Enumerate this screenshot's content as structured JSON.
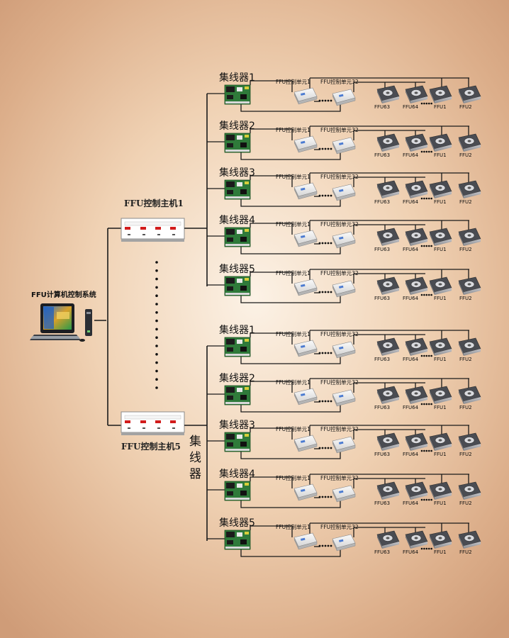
{
  "system": {
    "label": "FFU计算机控制系统",
    "icon": "computer-workstation-icon"
  },
  "hosts": [
    {
      "label": "FFU控制主机1"
    },
    {
      "label": "FFU控制主机5"
    }
  ],
  "hub_vertical_label": [
    "集",
    "线",
    "器"
  ],
  "groups": [
    {
      "hubs": [
        {
          "label": "集线器1",
          "unit_a": "FFU控制单元1",
          "unit_b": "FFU控制单元32",
          "fans": [
            "FFU63",
            "FFU64",
            "FFU1",
            "FFU2"
          ]
        },
        {
          "label": "集线器2",
          "unit_a": "FFU控制单元1",
          "unit_b": "FFU控制单元32",
          "fans": [
            "FFU63",
            "FFU64",
            "FFU1",
            "FFU2"
          ]
        },
        {
          "label": "集线器3",
          "unit_a": "FFU控制单元1",
          "unit_b": "FFU控制单元32",
          "fans": [
            "FFU63",
            "FFU64",
            "FFU1",
            "FFU2"
          ]
        },
        {
          "label": "集线器4",
          "unit_a": "FFU控制单元1",
          "unit_b": "FFU控制单元32",
          "fans": [
            "FFU63",
            "FFU64",
            "FFU1",
            "FFU2"
          ]
        },
        {
          "label": "集线器5",
          "unit_a": "FFU控制单元1",
          "unit_b": "FFU控制单元32",
          "fans": [
            "FFU63",
            "FFU64",
            "FFU1",
            "FFU2"
          ]
        }
      ]
    },
    {
      "hubs": [
        {
          "label": "集线器1",
          "unit_a": "FFU控制单元1",
          "unit_b": "FFU控制单元32",
          "fans": [
            "FFU63",
            "FFU64",
            "FFU1",
            "FFU2"
          ]
        },
        {
          "label": "集线器2",
          "unit_a": "FFU控制单元1",
          "unit_b": "FFU控制单元32",
          "fans": [
            "FFU63",
            "FFU64",
            "FFU1",
            "FFU2"
          ]
        },
        {
          "label": "集线器3",
          "unit_a": "FFU控制单元1",
          "unit_b": "FFU控制单元32",
          "fans": [
            "FFU63",
            "FFU64",
            "FFU1",
            "FFU2"
          ]
        },
        {
          "label": "集线器4",
          "unit_a": "FFU控制单元1",
          "unit_b": "FFU控制单元32",
          "fans": [
            "FFU63",
            "FFU64",
            "FFU1",
            "FFU2"
          ]
        },
        {
          "label": "集线器5",
          "unit_a": "FFU控制单元1",
          "unit_b": "FFU控制单元32",
          "fans": [
            "FFU63",
            "FFU64",
            "FFU1",
            "FFU2"
          ]
        }
      ]
    }
  ],
  "colors": {
    "line": "#1a1a1a",
    "board": "#2f7a3a",
    "device": "#eeeeee",
    "fan_panel": "#4a4c52"
  }
}
